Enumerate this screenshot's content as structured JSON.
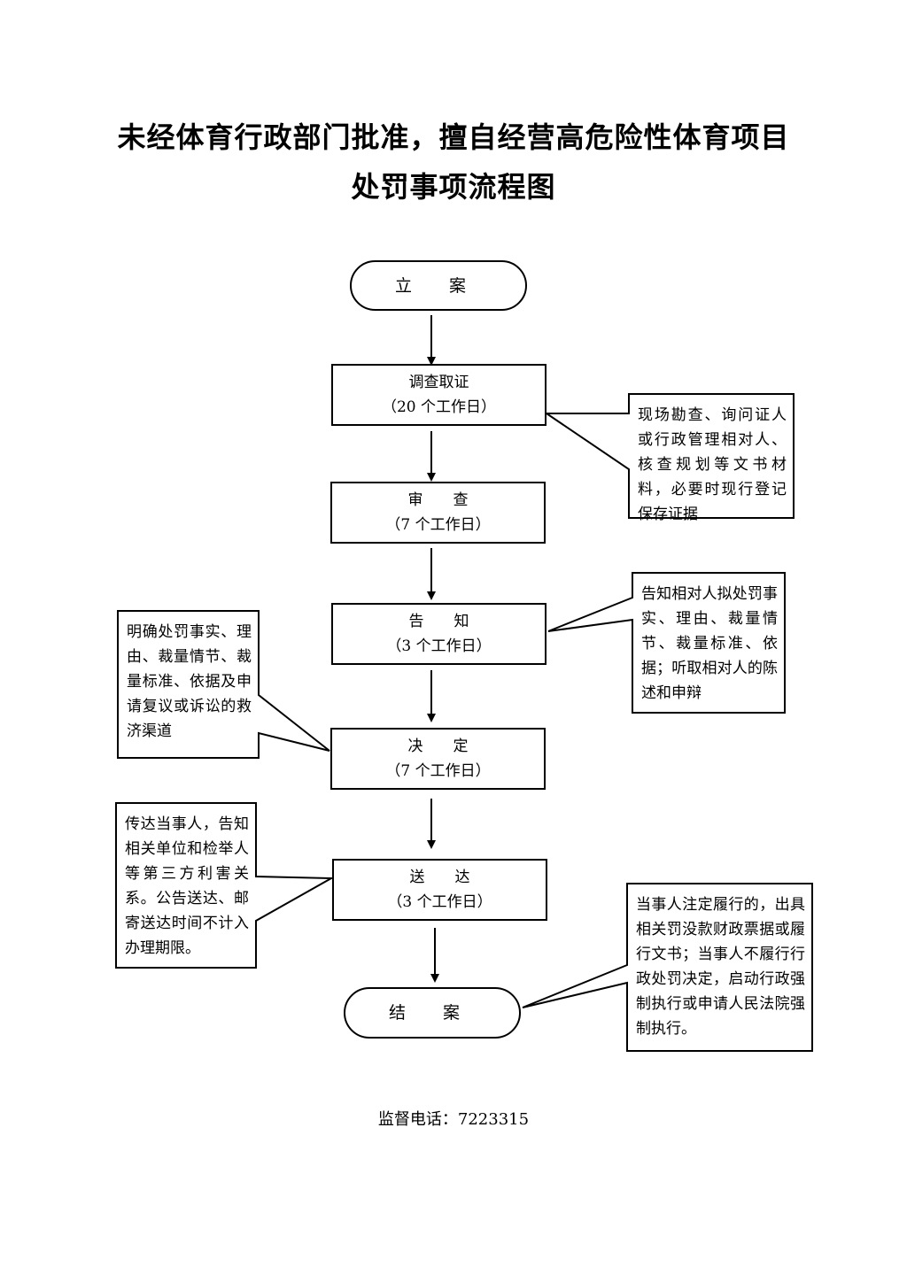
{
  "title": {
    "line1": "未经体育行政部门批准，擅自经营高危险性体育项目",
    "line2": "处罚事项流程图"
  },
  "nodes": {
    "start": "立 案",
    "investigate": {
      "name": "调查取证",
      "days": "（20 个工作日）"
    },
    "review": {
      "name": "审　　查",
      "days": "（7 个工作日）"
    },
    "notify": {
      "name": "告　　知",
      "days": "（3 个工作日）"
    },
    "decide": {
      "name": "决　　定",
      "days": "（7 个工作日）"
    },
    "deliver": {
      "name": "送　　达",
      "days": "（3 个工作日）"
    },
    "end": "结 案"
  },
  "notes": {
    "investigate": "现场勘查、询问证人或行政管理相对人、核查规划等文书材料，必要时现行登记保存证据",
    "notify": "告知相对人拟处罚事实、理由、裁量情节、裁量标准、依据；听取相对人的陈述和申辩",
    "decide": "明确处罚事实、理由、裁量情节、裁量标准、依据及申请复议或诉讼的救济渠道",
    "deliver": "传达当事人，告知相关单位和检举人等第三方利害关系。公告送达、邮寄送达时间不计入办理期限。",
    "end": "当事人注定履行的，出具相关罚没款财政票据或履行文书；当事人不履行行政处罚决定，启动行政强制执行或申请人民法院强制执行。"
  },
  "footer": "监督电话：7223315"
}
